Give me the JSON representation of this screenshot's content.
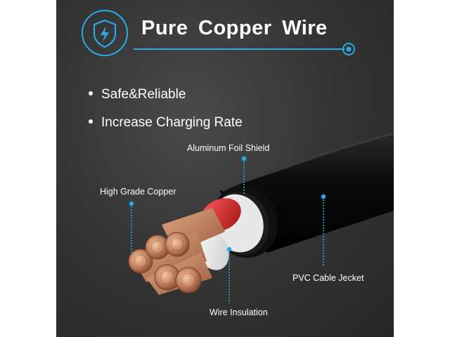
{
  "header": {
    "title": "Pure Copper Wire",
    "badge_icon": "shield-lightning-icon"
  },
  "features": [
    "Safe&Reliable",
    "Increase Charging Rate"
  ],
  "callouts": {
    "foil": "Aluminum Foil Shield",
    "copper": "High Grade Copper",
    "jacket": "PVC Cable Jecket",
    "insulation": "Wire Insulation"
  },
  "colors": {
    "accent": "#2aa9e6",
    "background": "#333333",
    "copper": "#c98a66",
    "red_insulation": "#d42a2a",
    "jacket": "#111111"
  }
}
